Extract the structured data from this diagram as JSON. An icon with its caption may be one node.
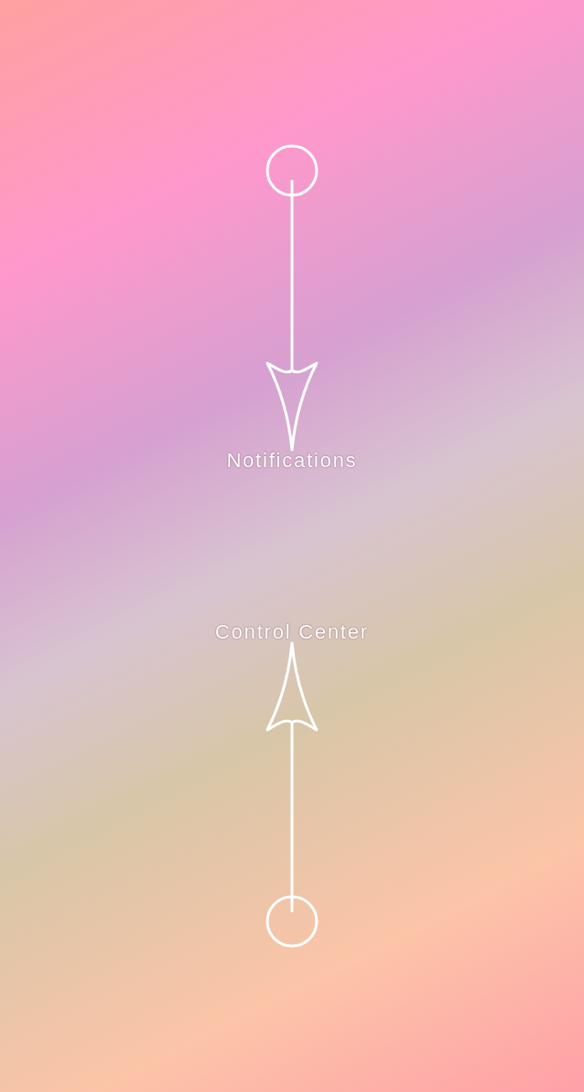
{
  "diagram": {
    "nodes": [
      {
        "text": [],
        "shape": "circle"
      },
      {
        "text": [
          "Notifications"
        ]
      },
      {
        "text": [
          "Control Center"
        ]
      },
      {
        "text": [],
        "shape": "circle"
      }
    ],
    "edges": [
      {
        "from": 0,
        "to": 1,
        "arrow": "to"
      },
      {
        "from": 3,
        "to": 2,
        "arrow": "to"
      }
    ]
  }
}
